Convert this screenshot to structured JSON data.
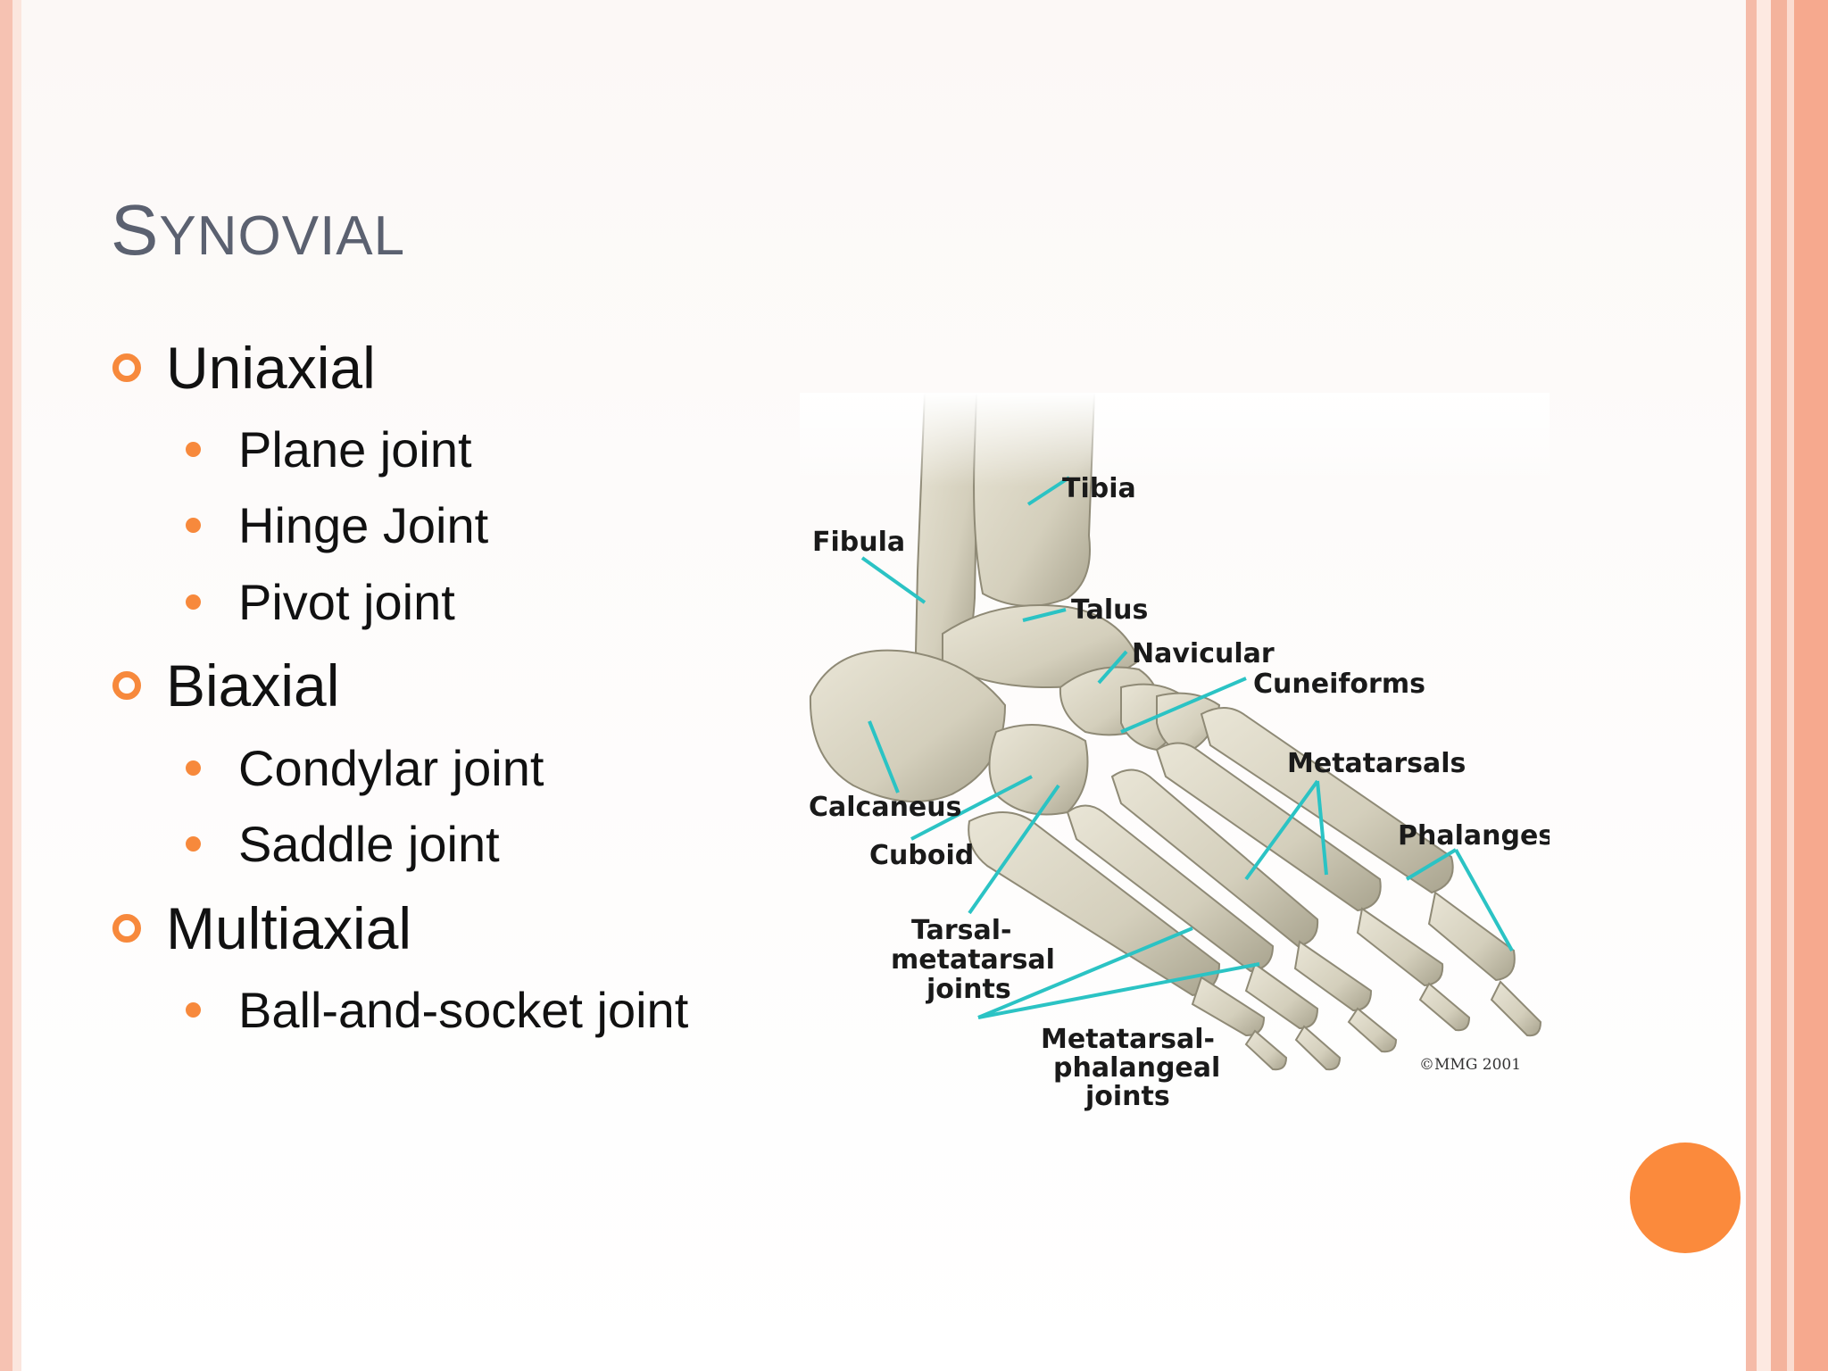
{
  "slide": {
    "title_first": "S",
    "title_rest": "YNOVIAL",
    "title_full": "Synovial",
    "bullets": [
      {
        "label": "Uniaxial",
        "children": [
          "Plane joint",
          "Hinge Joint",
          "Pivot joint"
        ]
      },
      {
        "label": "Biaxial",
        "children": [
          "Condylar joint",
          "Saddle joint"
        ]
      },
      {
        "label": "Multiaxial",
        "children": [
          "Ball-and-socket joint"
        ]
      }
    ]
  },
  "figure": {
    "labels": {
      "tibia": "Tibia",
      "fibula": "Fibula",
      "talus": "Talus",
      "navicular": "Navicular",
      "cuneiforms": "Cuneiforms",
      "metatarsals": "Metatarsals",
      "phalanges": "Phalanges",
      "calcaneus": "Calcaneus",
      "cuboid": "Cuboid",
      "tmt_1": "Tarsal-",
      "tmt_2": "metatarsal",
      "tmt_3": "joints",
      "mtp_1": "Metatarsal-",
      "mtp_2": "phalangeal",
      "mtp_3": "joints"
    },
    "copyright": "©MMG 2001",
    "bone_color": "#d9d4c2",
    "leader_color": "#2bc3c4"
  },
  "theme": {
    "accent": "#f7893c",
    "title_color": "#5b6170",
    "border_color": "#f5b7a3"
  }
}
